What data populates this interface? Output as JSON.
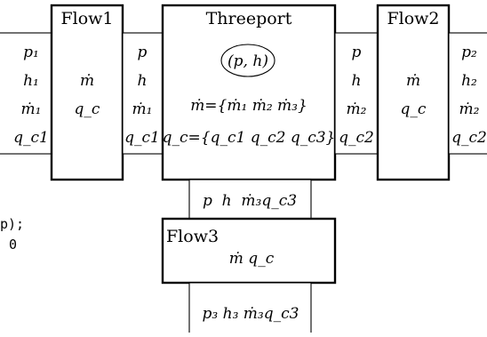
{
  "blocks": {
    "flow1": {
      "title": "Flow1",
      "lines": [
        "ṁ",
        "q_c"
      ]
    },
    "threeport": {
      "title": "Threeport",
      "state": "(p, h)",
      "mdot_eq": "ṁ={ṁ₁ ṁ₂ ṁ₃}",
      "qc_eq": "q_c={q_c1 q_c2 q_c3}"
    },
    "flow2": {
      "title": "Flow2",
      "lines": [
        "ṁ",
        "q_c"
      ]
    },
    "flow3": {
      "title": "Flow3",
      "line": "ṁ q_c"
    }
  },
  "ports": {
    "left_outer": [
      "p₁",
      "h₁",
      "ṁ₁",
      "q_c1"
    ],
    "flow1_threeport": [
      "p",
      "h",
      "ṁ₁",
      "q_c1"
    ],
    "threeport_flow2": [
      "p",
      "h",
      "ṁ₂",
      "q_c2"
    ],
    "right_outer": [
      "p₂",
      "h₂",
      "ṁ₂",
      "q_c2"
    ],
    "threeport_flow3": "p  h  ṁ₃q_c3",
    "bottom_outer": "p₃ h₃ ṁ₃q_c3"
  },
  "code_fragment": [
    "p);",
    "0"
  ]
}
